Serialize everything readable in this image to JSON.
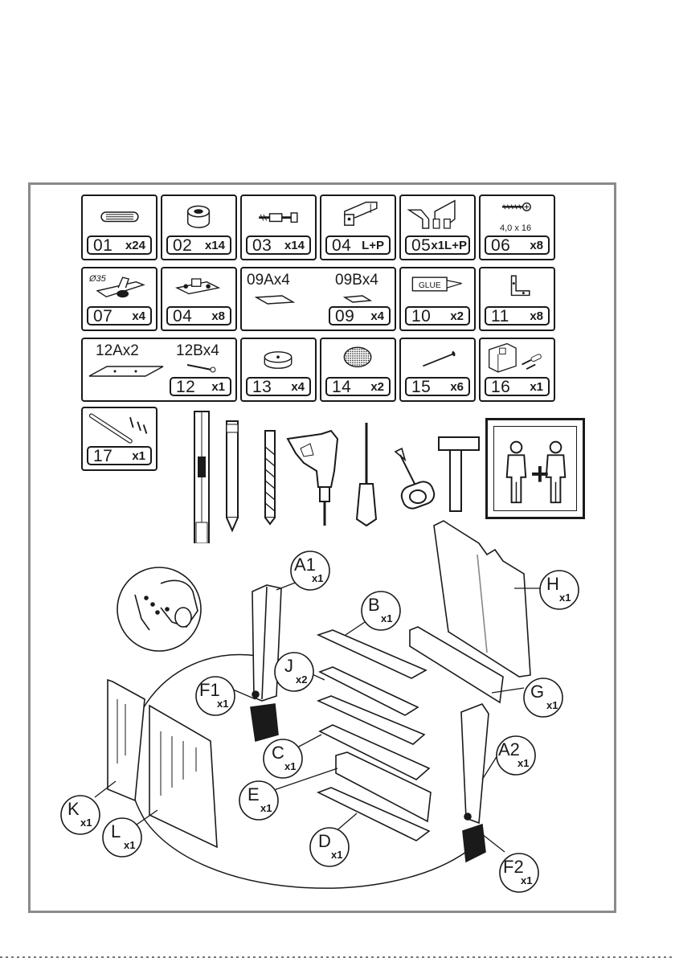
{
  "hardware": [
    {
      "code": "01",
      "qty": "x24",
      "icon": "dowel-icon"
    },
    {
      "code": "02",
      "qty": "x14",
      "icon": "cam-lock-icon"
    },
    {
      "code": "03",
      "qty": "x14",
      "icon": "cam-bolt-icon"
    },
    {
      "code": "04",
      "qty": "L+P",
      "icon": "drawer-runner-icon"
    },
    {
      "code": "05",
      "qty": "x1L+P",
      "icon": "bracket-pair-icon"
    },
    {
      "code": "06",
      "qty": "x8",
      "icon": "screw-icon",
      "note": "4,0 x 16"
    },
    {
      "code": "07",
      "qty": "x4",
      "icon": "hinge-icon",
      "note": "Ø35"
    },
    {
      "code": "04",
      "qty": "x8",
      "icon": "hinge-plate-icon"
    },
    {
      "code": "09",
      "qty": "x4",
      "icon": "connector-icon",
      "labels": [
        "09Ax4",
        "09Bx4"
      ]
    },
    {
      "code": "10",
      "qty": "x2",
      "icon": "glue-icon",
      "note": "GLUE"
    },
    {
      "code": "11",
      "qty": "x8",
      "icon": "l-bracket-icon"
    },
    {
      "code": "12",
      "qty": "x1",
      "icon": "plate-screw-icon",
      "labels": [
        "12Ax2",
        "12Bx4"
      ]
    },
    {
      "code": "13",
      "qty": "x4",
      "icon": "round-foot-icon"
    },
    {
      "code": "14",
      "qty": "x2",
      "icon": "felt-pad-icon"
    },
    {
      "code": "15",
      "qty": "x6",
      "icon": "nail-icon"
    },
    {
      "code": "16",
      "qty": "x1",
      "icon": "wall-fixing-icon"
    },
    {
      "code": "17",
      "qty": "x1",
      "icon": "rail-icon"
    }
  ],
  "tools": [
    "level-icon",
    "pencil-icon",
    "drill-bit-icon",
    "power-drill-icon",
    "screwdriver-icon",
    "tape-measure-icon",
    "hammer-icon",
    "two-person-icon"
  ],
  "panels": [
    {
      "letter": "A1",
      "qty": "x1"
    },
    {
      "letter": "B",
      "qty": "x1"
    },
    {
      "letter": "H",
      "qty": "x1"
    },
    {
      "letter": "J",
      "qty": "x2"
    },
    {
      "letter": "F1",
      "qty": "x1"
    },
    {
      "letter": "G",
      "qty": "x1"
    },
    {
      "letter": "C",
      "qty": "x1"
    },
    {
      "letter": "A2",
      "qty": "x1"
    },
    {
      "letter": "E",
      "qty": "x1"
    },
    {
      "letter": "K",
      "qty": "x1"
    },
    {
      "letter": "L",
      "qty": "x1"
    },
    {
      "letter": "D",
      "qty": "x1"
    },
    {
      "letter": "F2",
      "qty": "x1"
    }
  ]
}
